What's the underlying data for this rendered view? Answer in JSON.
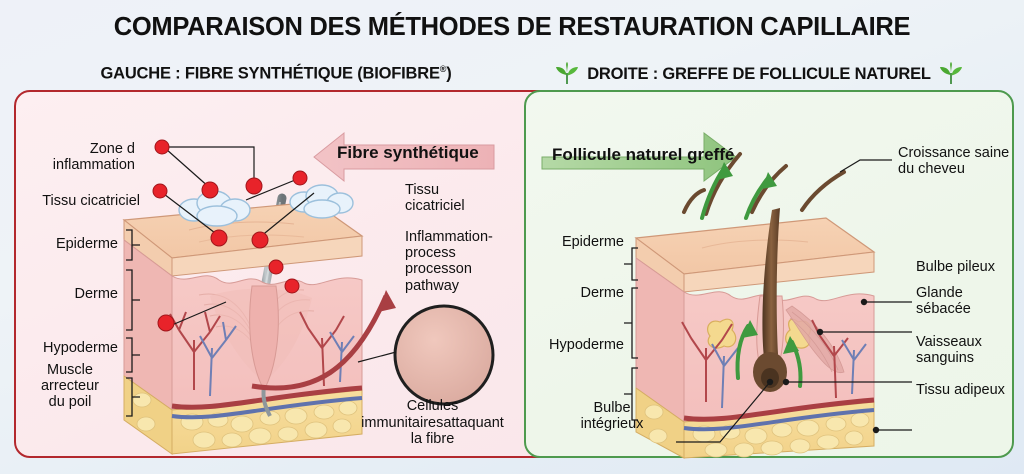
{
  "header": {
    "title": "COMPARAISON DES MÉTHODES DE RESTAURATION CAPILLAIRE",
    "left_subtitle_main": "GAUCHE : FIBRE SYNTHÉTIQUE (BIOFIBRE",
    "left_subtitle_sup": "®",
    "left_subtitle_tail": ")",
    "right_subtitle": "DROITE : GREFFE DE FOLLICULE NATUREL",
    "leaf_icon_left": "sprout-leaf-icon",
    "leaf_icon_right": "sprout-leaf-icon"
  },
  "left_panel": {
    "border_color": "#b3282d",
    "background_color": "#fbe9ec",
    "banner_label": "Fibre synthétique",
    "banner_arrow_color": "#efb3b8",
    "labels": {
      "inflammation_l1": "Zone d",
      "inflammation_l2": "inflammation",
      "scar_tissue_left": "Tissu cicatriciel",
      "epidermis": "Epiderme",
      "dermis": "Derme",
      "hypodermis": "Hypoderme",
      "arrector_l1": "Muscle",
      "arrector_l2": "arrecteur",
      "arrector_l3": "du poil",
      "scar_tissue_right_l1": "Tissu",
      "scar_tissue_right_l2": "cicatriciel",
      "inflam_path_l1": "Inflammation-",
      "inflam_path_l2": "process",
      "inflam_path_l3": "processon",
      "inflam_path_l4": "pathway",
      "immune_caption_l1": "Cellules",
      "immune_caption_l2": "immunitairesattaquant",
      "immune_caption_l3": "la fibre"
    },
    "marker_color": "#e8232a",
    "fiber_color": "#8e979c"
  },
  "right_panel": {
    "border_color": "#4e9a4e",
    "background_color": "#eef6ea",
    "banner_label": "Follicule naturel greffé",
    "banner_arrow_color": "#9ccb8f",
    "labels": {
      "epidermis": "Epiderme",
      "dermis": "Derme",
      "hypodermis": "Hypoderme",
      "healthy_growth_l1": "Croissance saine",
      "healthy_growth_l2": "du cheveu",
      "hair_bulb": "Bulbe pileux",
      "sebaceous_l1": "Glande",
      "sebaceous_l2": "sébacée",
      "vessels_l1": "Vaisseaux",
      "vessels_l2": "sanguins",
      "adipose": "Tissu adipeux",
      "bulb_intact_l1": "Bulbe",
      "bulb_intact_l2": "intégrieux"
    },
    "growth_arrow_color": "#3f9a3f",
    "hair_color": "#6b4a30"
  }
}
